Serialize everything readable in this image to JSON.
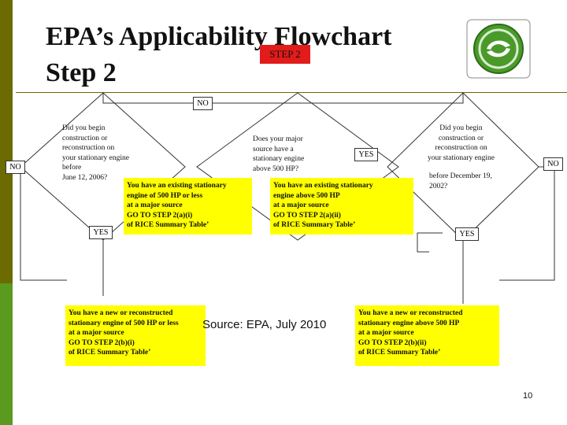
{
  "title": {
    "line1": "EPA’s Applicability Flowchart",
    "line2": "Step 2",
    "badge": "STEP 2"
  },
  "flow": {
    "top_no": "NO",
    "left_no": "NO",
    "right_no": "NO",
    "left_yes": "YES",
    "mid_yes": "YES",
    "right_yes": "YES",
    "q1": "Did you begin\nconstruction or\nreconstruction on\nyour stationary engine\nbefore\nJune 12, 2006?",
    "q2": "Does your major\nsource have a\nstationary engine\nabove 500 HP?",
    "q3_a": "Did you begin\nconstruction or\nreconstruction on\nyour stationary engine",
    "q3_b": "before December 19,\n2002?",
    "box_existing_small": "You have an existing stationary\nengine of 500 HP or less\nat a major source\nGO TO STEP 2(a)(i)\nof RICE Summary Table’",
    "box_existing_large": "You have an existing stationary\nengine above 500 HP\nat a major source\nGO TO STEP 2(a)(ii)\nof RICE Summary Table’",
    "box_new_small": "You have a new or reconstructed\nstationary engine of 500 HP or less\nat a major source\nGO TO STEP 2(b)(i)\nof RICE Summary Table’",
    "box_new_large": "You have a new or reconstructed\nstationary engine above 500 HP\nat a major source\nGO TO STEP 2(b)(ii)\nof RICE Summary Table’"
  },
  "source_note": "Source:  EPA, July 2010",
  "page_number": "10",
  "logo": {
    "icon": "recycle-leaf-icon",
    "color": "#4a9a2a"
  }
}
